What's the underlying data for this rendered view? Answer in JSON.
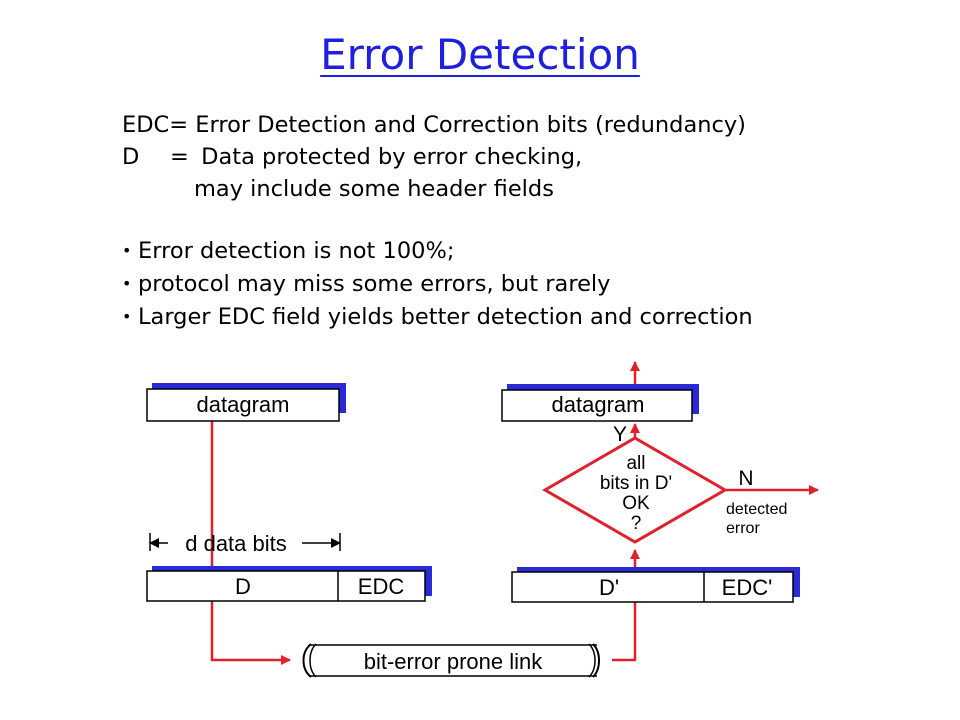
{
  "title": "Error Detection",
  "definitions": [
    {
      "key": "EDC=",
      "text": "Error Detection and Correction bits (redundancy)"
    },
    {
      "key": "D",
      "eq": "=",
      "text": "Data protected by error checking,"
    },
    {
      "text": "may include some header fields"
    }
  ],
  "bullets": [
    "Error detection is not 100%;",
    "protocol may miss some errors, but rarely",
    "Larger EDC field yields better detection and correction"
  ],
  "diagram": {
    "sender_datagram": "datagram",
    "d_data_bits": "d data bits",
    "sender_d": "D",
    "sender_edc": "EDC",
    "link": "bit-error prone link",
    "receiver_d": "D'",
    "receiver_edc": "EDC'",
    "receiver_datagram": "datagram",
    "decision_lines": [
      "all",
      "bits in D'",
      "OK",
      "?"
    ],
    "yes": "Y",
    "no": "N",
    "detected": "detected",
    "error": "error"
  },
  "colors": {
    "title": "#1f1fe0",
    "arrow": "#e0202a",
    "box_shadow": "#2a2ad8",
    "outline": "#000000"
  }
}
